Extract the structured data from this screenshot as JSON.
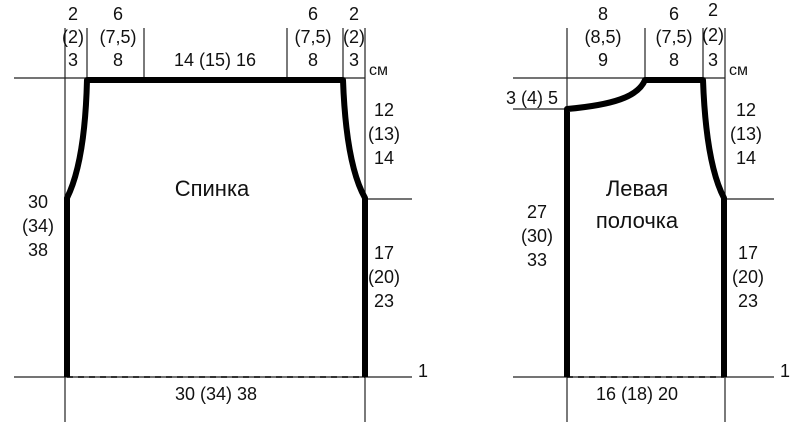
{
  "back": {
    "title": "Спинка",
    "top_labels": [
      {
        "l1": "2",
        "l2": "(2)",
        "l3": "3"
      },
      {
        "l1": "6",
        "l2": "(7,5)",
        "l3": "8"
      },
      {
        "l1": "14 (15) 16"
      },
      {
        "l1": "6",
        "l2": "(7,5)",
        "l3": "8"
      },
      {
        "l1": "2",
        "l2": "(2)",
        "l3": "3"
      }
    ],
    "unit": "см",
    "left_height": {
      "l1": "30",
      "l2": "(34)",
      "l3": "38"
    },
    "armhole": {
      "l1": "12",
      "l2": "(13)",
      "l3": "14"
    },
    "side": {
      "l1": "17",
      "l2": "(20)",
      "l3": "23"
    },
    "bottom_width": "30 (34) 38",
    "marker": "1"
  },
  "front": {
    "title_line1": "Левая",
    "title_line2": "полочка",
    "top_labels": [
      {
        "l1": "8",
        "l2": "(8,5)",
        "l3": "9"
      },
      {
        "l1": "6",
        "l2": "(7,5)",
        "l3": "8"
      },
      {
        "l1": "2",
        "l2": "(2)",
        "l3": "3"
      }
    ],
    "unit": "см",
    "neck_depth": "3 (4) 5",
    "left_height": {
      "l1": "27",
      "l2": "(30)",
      "l3": "33"
    },
    "armhole": {
      "l1": "12",
      "l2": "(13)",
      "l3": "14"
    },
    "side": {
      "l1": "17",
      "l2": "(20)",
      "l3": "23"
    },
    "bottom_width": "16 (18) 20",
    "marker": "1"
  },
  "colors": {
    "ink": "#000000",
    "background": "#ffffff"
  }
}
